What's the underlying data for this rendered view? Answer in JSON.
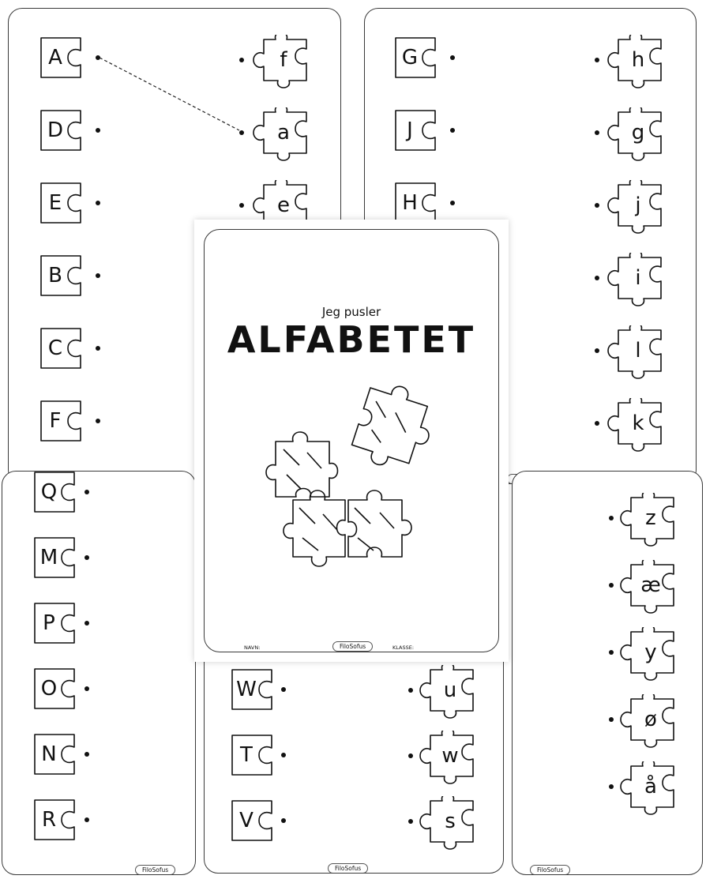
{
  "brand": "FiloSofus",
  "cover": {
    "subtitle": "Jeg pusler",
    "title": "ALFABETET",
    "name_label": "NAVN:",
    "class_label": "KLASSE:"
  },
  "sheet_tl": {
    "left": [
      "A",
      "D",
      "E",
      "B",
      "C",
      "F"
    ],
    "right": [
      "f",
      "a",
      "e"
    ]
  },
  "sheet_tr": {
    "left": [
      "G",
      "J",
      "H"
    ],
    "right": [
      "h",
      "g",
      "j",
      "i",
      "l",
      "k"
    ]
  },
  "sheet_bl": {
    "left": [
      "Q",
      "M",
      "P",
      "O",
      "N",
      "R"
    ]
  },
  "sheet_bm": {
    "left": [
      "W",
      "T",
      "V"
    ],
    "right": [
      "u",
      "w",
      "s"
    ]
  },
  "sheet_br": {
    "right": [
      "z",
      "æ",
      "y",
      "ø",
      "å"
    ]
  }
}
